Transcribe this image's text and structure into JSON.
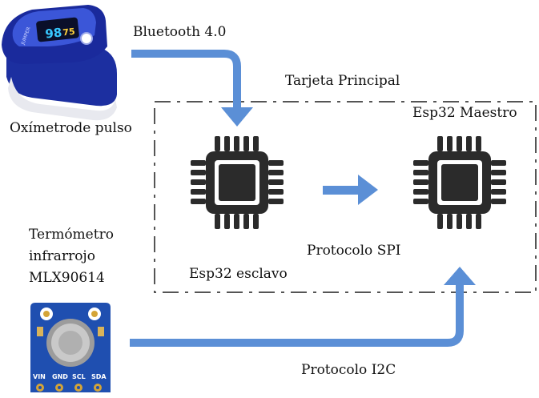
{
  "labels": {
    "bluetooth": "Bluetooth 4.0",
    "oximeter": "Oxímetrode pulso",
    "board": "Tarjeta Principal",
    "master": "Esp32 Maestro",
    "slave": "Esp32 esclavo",
    "spi": "Protocolo SPI",
    "thermo_line1": "Termómetro",
    "thermo_line2": "infrarrojo",
    "thermo_line3": "MLX90614",
    "i2c": "Protocolo I2C"
  },
  "oximeter_device": {
    "brand": "JUMPER",
    "spo2": "98",
    "pr": "75"
  },
  "sensor_board": {
    "pins": [
      "VIN",
      "GND",
      "SCL",
      "SDA"
    ]
  },
  "colors": {
    "arrow": "#5b8fd6",
    "chip": "#2b2b2b",
    "oximeter_body": "#1c2fa0",
    "sensor_board": "#1f4fb0"
  }
}
